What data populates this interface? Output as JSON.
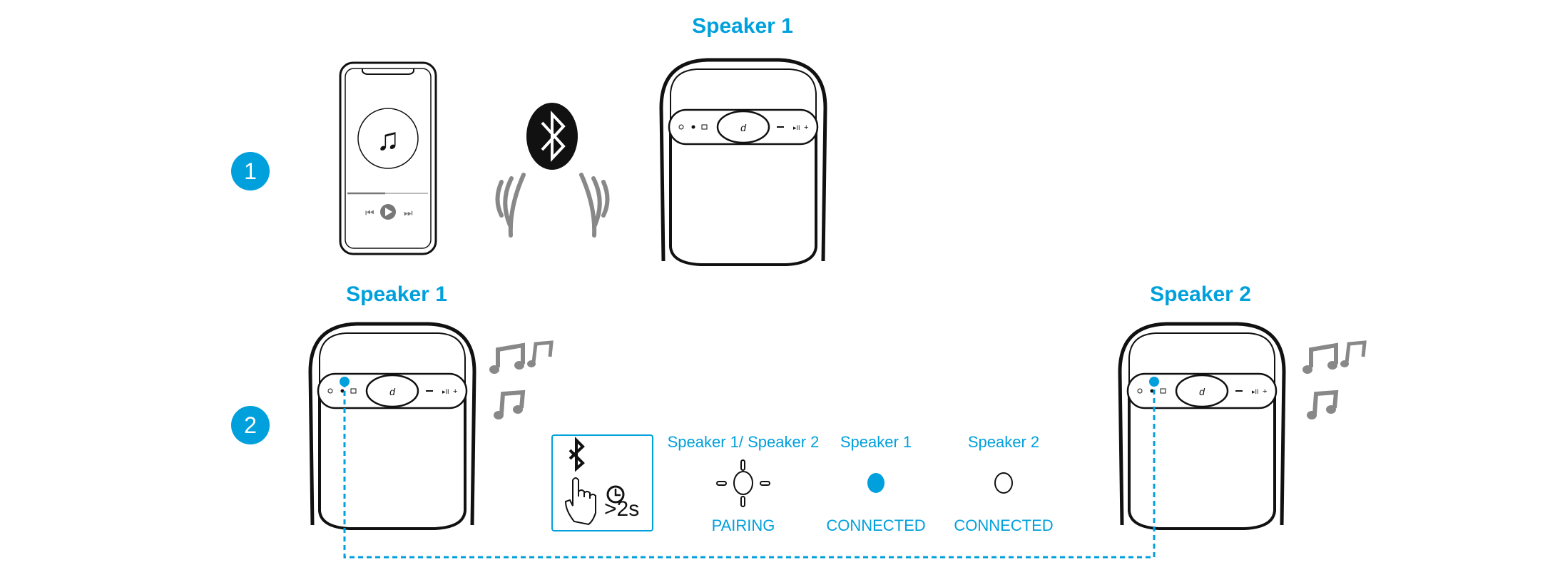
{
  "steps": [
    {
      "number": "1",
      "speaker_label": "Speaker 1"
    },
    {
      "number": "2",
      "speaker1_label": "Speaker 1",
      "speaker2_label": "Speaker 2"
    }
  ],
  "instruction": {
    "icon": "bluetooth-press-hold-icon",
    "duration": ">2s"
  },
  "legend": [
    {
      "title": "Speaker 1/ Speaker 2",
      "state": "PAIRING",
      "indicator": "blinking-led"
    },
    {
      "title": "Speaker 1",
      "state": "CONNECTED",
      "indicator": "solid-led"
    },
    {
      "title": "Speaker 2",
      "state": "CONNECTED",
      "indicator": "off-led"
    }
  ],
  "colors": {
    "accent": "#00a0dc",
    "line": "#111111",
    "gray": "#888888"
  }
}
